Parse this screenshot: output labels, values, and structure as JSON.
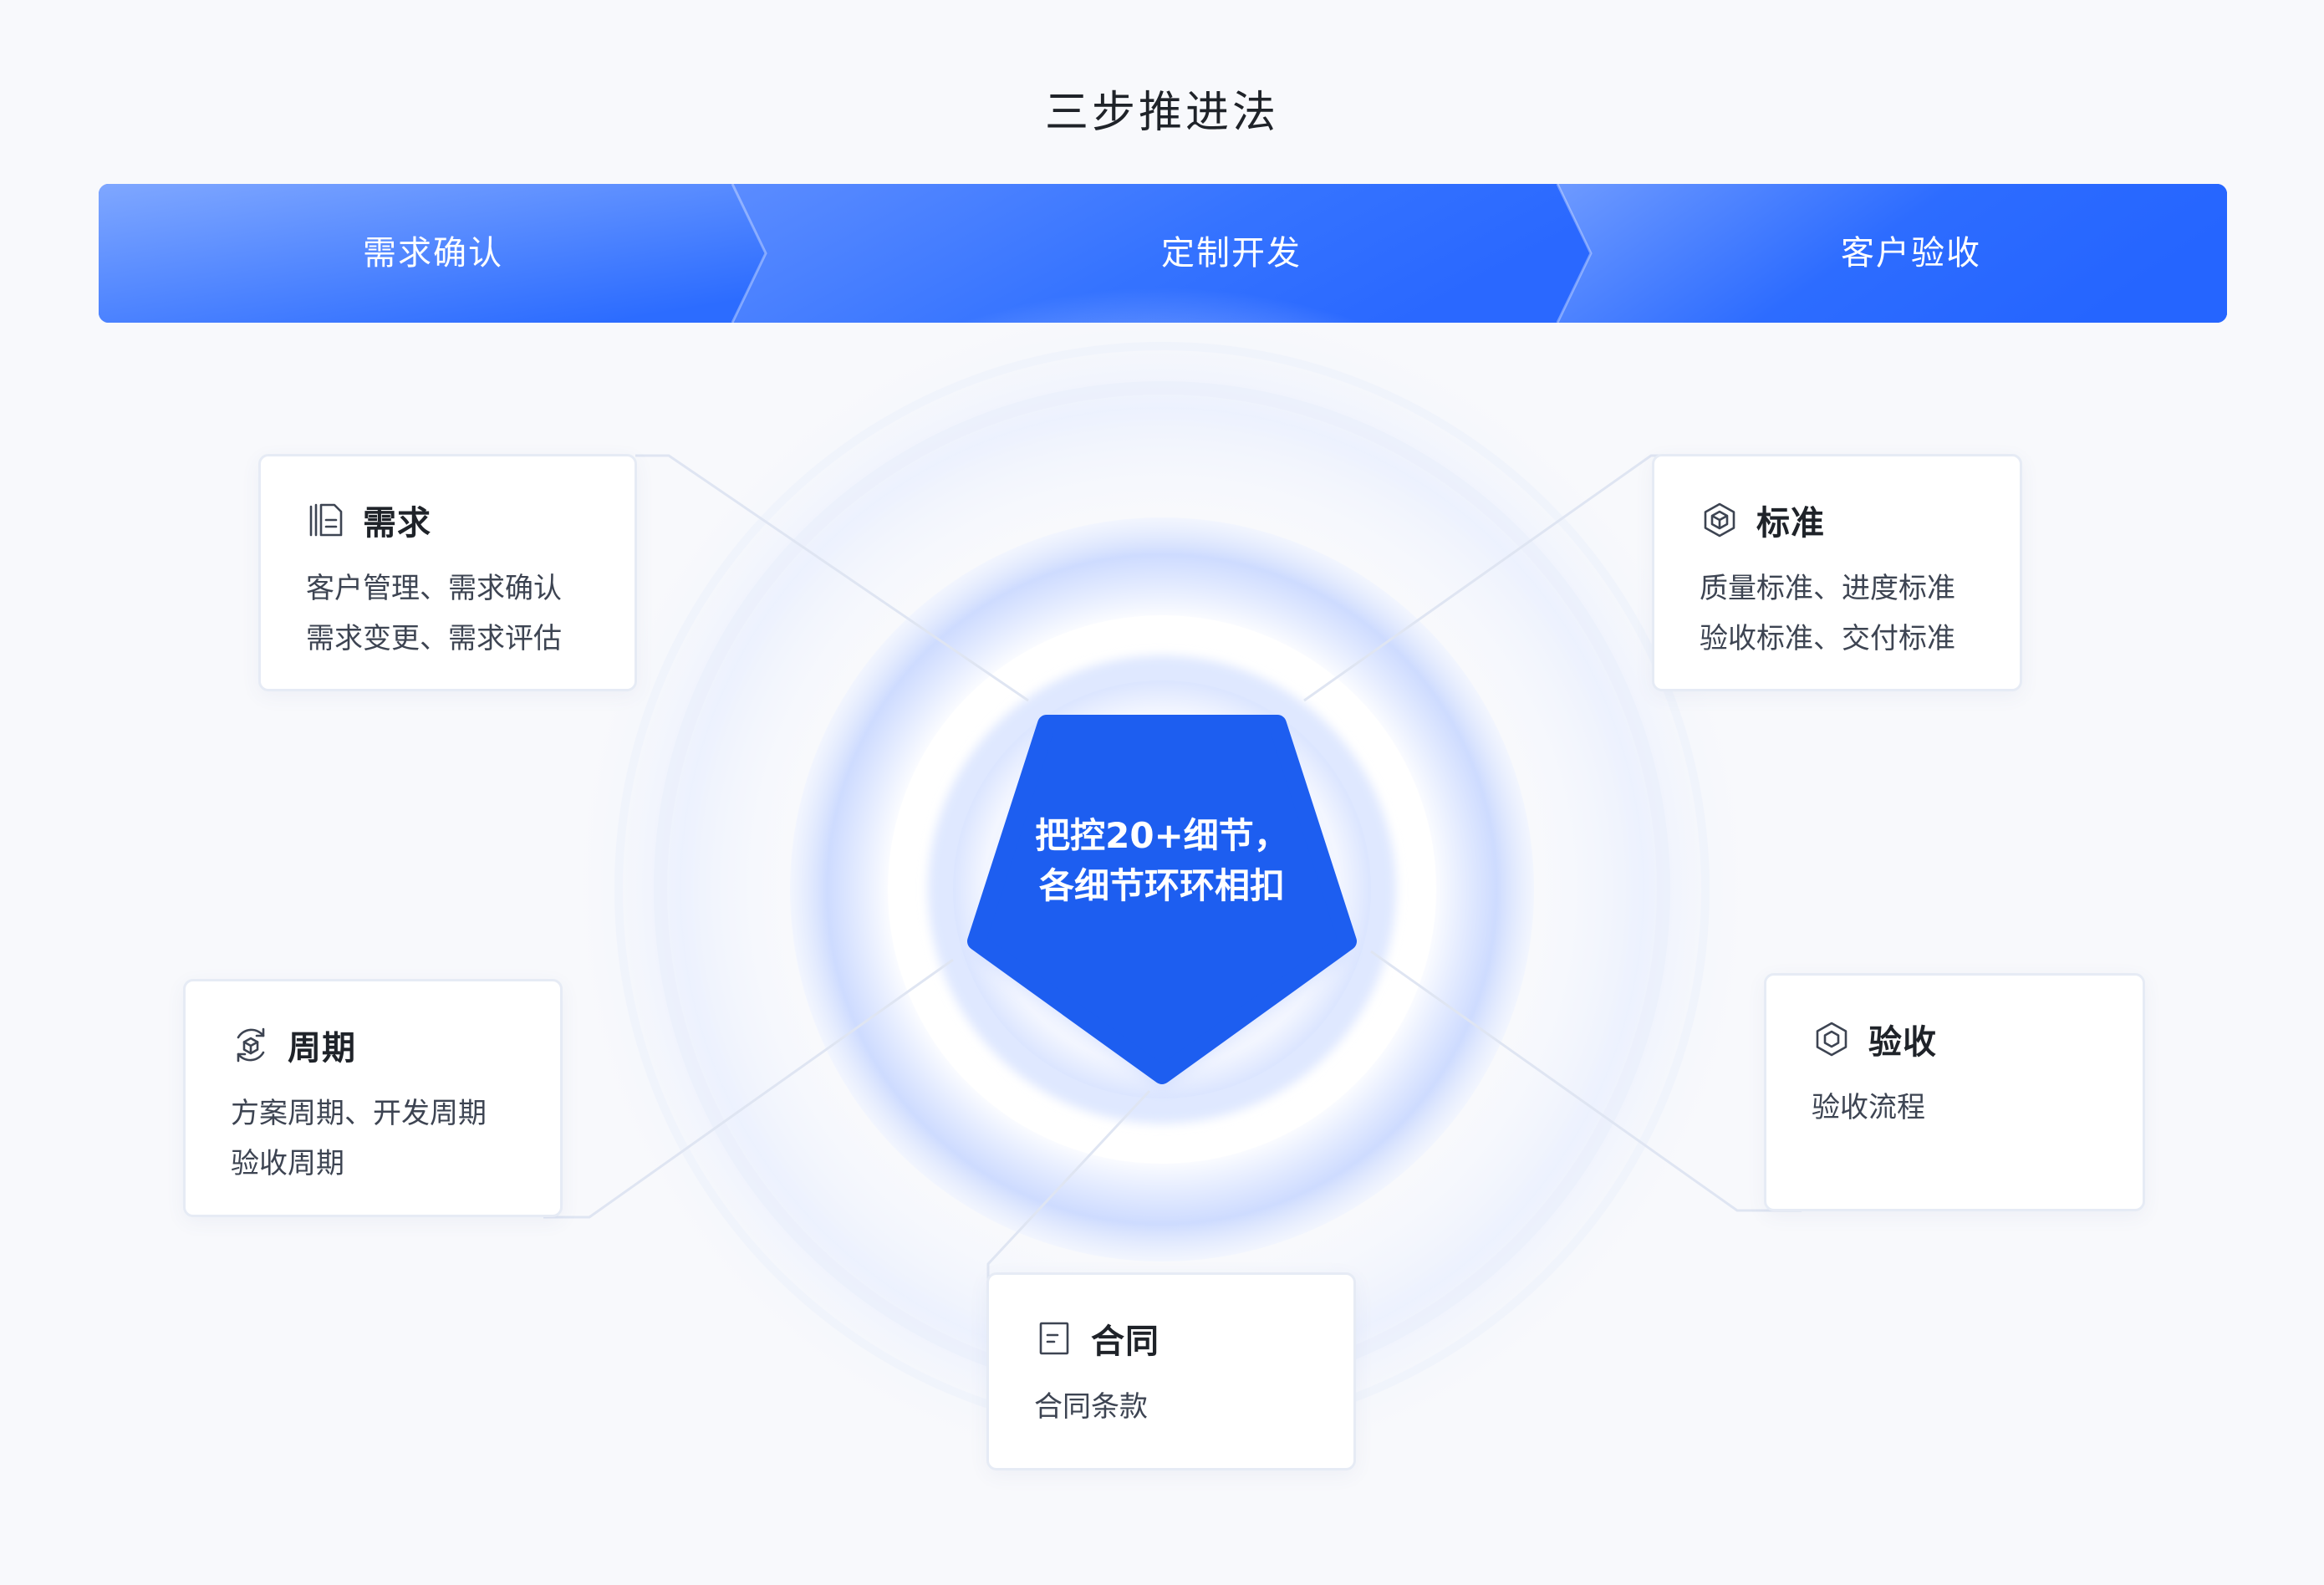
{
  "title": "三步推进法",
  "steps": [
    {
      "label": "需求确认"
    },
    {
      "label": "定制开发"
    },
    {
      "label": "客户验收"
    }
  ],
  "center": {
    "line1": "把控20+细节，",
    "line2": "各细节环环相扣"
  },
  "cards": {
    "requirement": {
      "icon": "document-stack-icon",
      "title": "需求",
      "lines": [
        "客户管理、需求确认",
        "需求变更、需求评估"
      ]
    },
    "standard": {
      "icon": "cube-icon",
      "title": "标准",
      "lines": [
        "质量标准、进度标准",
        "验收标准、交付标准"
      ]
    },
    "cycle": {
      "icon": "cycle-box-icon",
      "title": "周期",
      "lines": [
        "方案周期、开发周期",
        "验收周期"
      ]
    },
    "acceptance": {
      "icon": "hexagon-icon",
      "title": "验收",
      "lines": [
        "验收流程"
      ]
    },
    "contract": {
      "icon": "contract-icon",
      "title": "合同",
      "lines": [
        "合同条款"
      ]
    }
  },
  "colors": {
    "primary": "#2c6cff",
    "primary_dark": "#1a5aeb",
    "pentagon": "#1d5ef0",
    "card_border": "#e6ebf5",
    "text": "#1f2329",
    "text_muted": "#3d4452",
    "background": "#f8f9fc"
  }
}
